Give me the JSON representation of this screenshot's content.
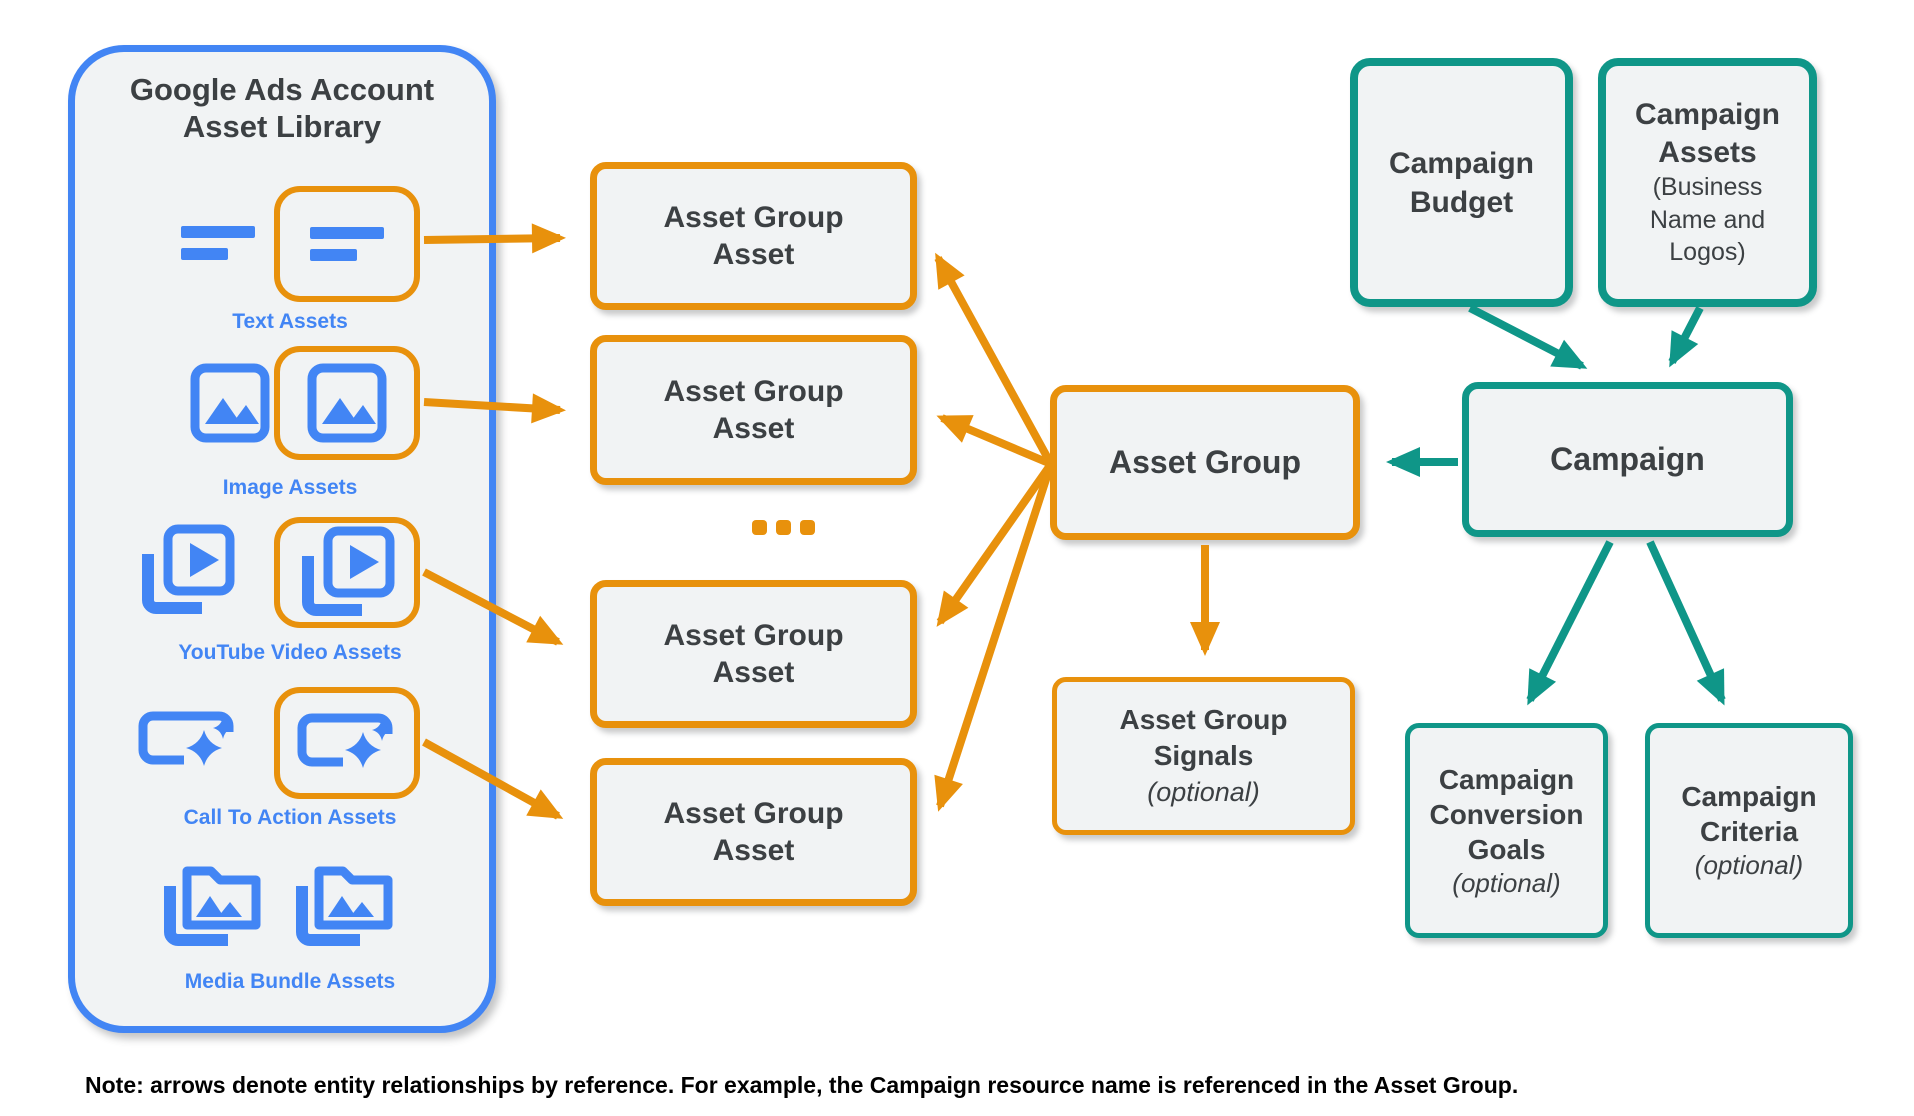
{
  "colors": {
    "blue": "#4285F4",
    "orange": "#E8910C",
    "teal": "#0F9688",
    "text": "#3C4043",
    "panel_fill": "#F1F3F4"
  },
  "library": {
    "title_line1": "Google Ads Account",
    "title_line2": "Asset Library",
    "items": [
      {
        "id": "text",
        "label": "Text Assets",
        "icon": "text-asset-icon",
        "highlighted": true
      },
      {
        "id": "image",
        "label": "Image Assets",
        "icon": "image-asset-icon",
        "highlighted": true
      },
      {
        "id": "youtube",
        "label": "YouTube Video Assets",
        "icon": "youtube-video-asset-icon",
        "highlighted": true
      },
      {
        "id": "cta",
        "label": "Call To Action Assets",
        "icon": "call-to-action-asset-icon",
        "highlighted": true
      },
      {
        "id": "media",
        "label": "Media Bundle Assets",
        "icon": "media-bundle-asset-icon",
        "highlighted": false
      }
    ]
  },
  "boxes": {
    "asset_group_asset": "Asset Group Asset",
    "asset_group": "Asset Group",
    "asset_group_signals_title": "Asset Group Signals",
    "asset_group_signals_note": "(optional)",
    "campaign_budget": "Campaign Budget",
    "campaign_assets_title": "Campaign Assets",
    "campaign_assets_note": "(Business Name and Logos)",
    "campaign": "Campaign",
    "campaign_conversion_goals_title": "Campaign Conversion Goals",
    "campaign_conversion_goals_note": "(optional)",
    "campaign_criteria_title": "Campaign Criteria",
    "campaign_criteria_note": "(optional)"
  },
  "note": "Note: arrows denote entity relationships by reference. For example, the Campaign resource name is referenced in the Asset Group."
}
